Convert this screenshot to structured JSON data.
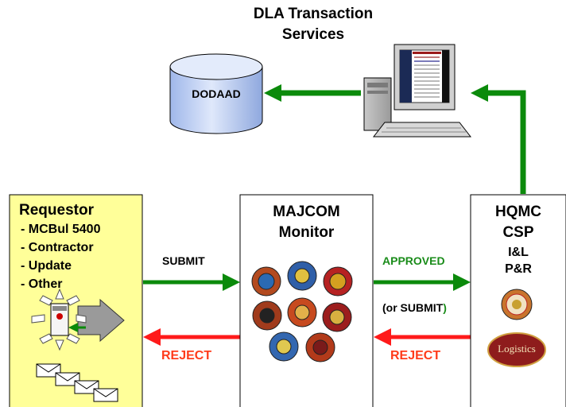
{
  "title_lines": [
    "DLA Transaction",
    "Services"
  ],
  "database": {
    "label": "DODAAD"
  },
  "requestor": {
    "title": "Requestor",
    "items": [
      "- MCBul 5400",
      "- Contractor",
      "- Update",
      "- Other"
    ]
  },
  "majcom": {
    "title_lines": [
      "MAJCOM",
      "Monitor"
    ]
  },
  "hqmc": {
    "title_lines": [
      "HQMC",
      "CSP",
      "I&L",
      "P&R"
    ],
    "logo_text": "Logistics"
  },
  "arrows": {
    "submit": "SUBMIT",
    "approved": "APPROVED",
    "or_submit_open": "(or SUBMIT",
    "or_submit_close": ")",
    "reject_left": "REJECT",
    "reject_right": "REJECT"
  },
  "colors": {
    "green": "#0b8a0b",
    "red": "#ff1a1a",
    "requestor_fill": "#ffff99",
    "database_fill": "#c9d8f5",
    "approved_text": "#1a8c1a",
    "reject_text": "#ff3b1a"
  }
}
